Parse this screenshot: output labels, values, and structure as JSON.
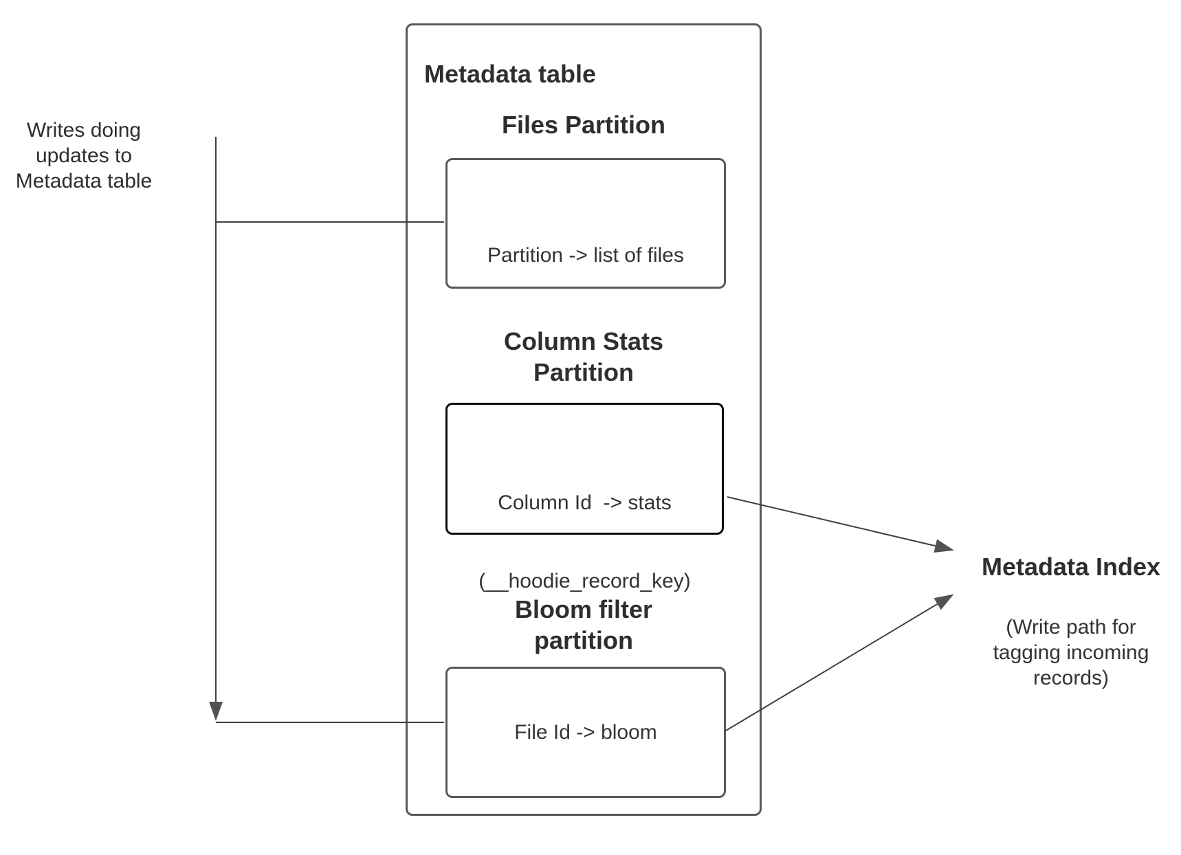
{
  "left_note": {
    "lines": [
      "Writes doing",
      "updates to",
      "Metadata table"
    ]
  },
  "metadata_table": {
    "title": "Metadata table",
    "sections": [
      {
        "id": "files-partition",
        "heading_lines": [
          "Files Partition"
        ],
        "box_lines": [
          "Partition -> list of files"
        ]
      },
      {
        "id": "column-stats-partition",
        "heading_lines": [
          "Column Stats",
          "Partition"
        ],
        "box_lines": [
          "Column Id  -> stats",
          "(__hoodie_record_key)"
        ]
      },
      {
        "id": "bloom-filter-partition",
        "heading_lines": [
          "Bloom filter",
          "partition"
        ],
        "box_lines": [
          "File Id -> bloom"
        ]
      }
    ]
  },
  "metadata_index": {
    "title": "Metadata Index",
    "subtitle_lines": [
      "(Write path for",
      "tagging incoming",
      "records)"
    ]
  },
  "colors": {
    "background": "#ffffff",
    "text": "#333333",
    "border_gray": "#57585a",
    "border_black": "#0d0d0d",
    "line": "#404040",
    "arrowhead": "#4f5255"
  }
}
